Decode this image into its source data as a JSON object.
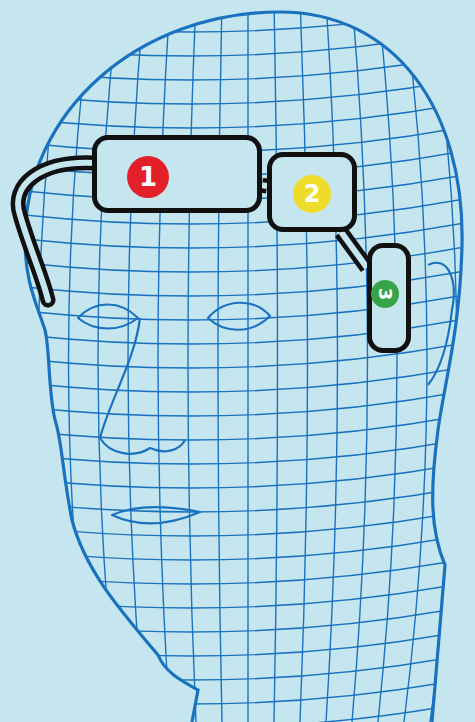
{
  "diagram": {
    "nodes": [
      {
        "text": [
          "1"
        ]
      },
      {
        "text": [
          "2"
        ]
      },
      {
        "text": [
          "3"
        ]
      }
    ],
    "edges": [
      {
        "from": 0,
        "to": 1,
        "arrow": "none"
      },
      {
        "from": 1,
        "to": 2,
        "arrow": "none"
      }
    ]
  }
}
